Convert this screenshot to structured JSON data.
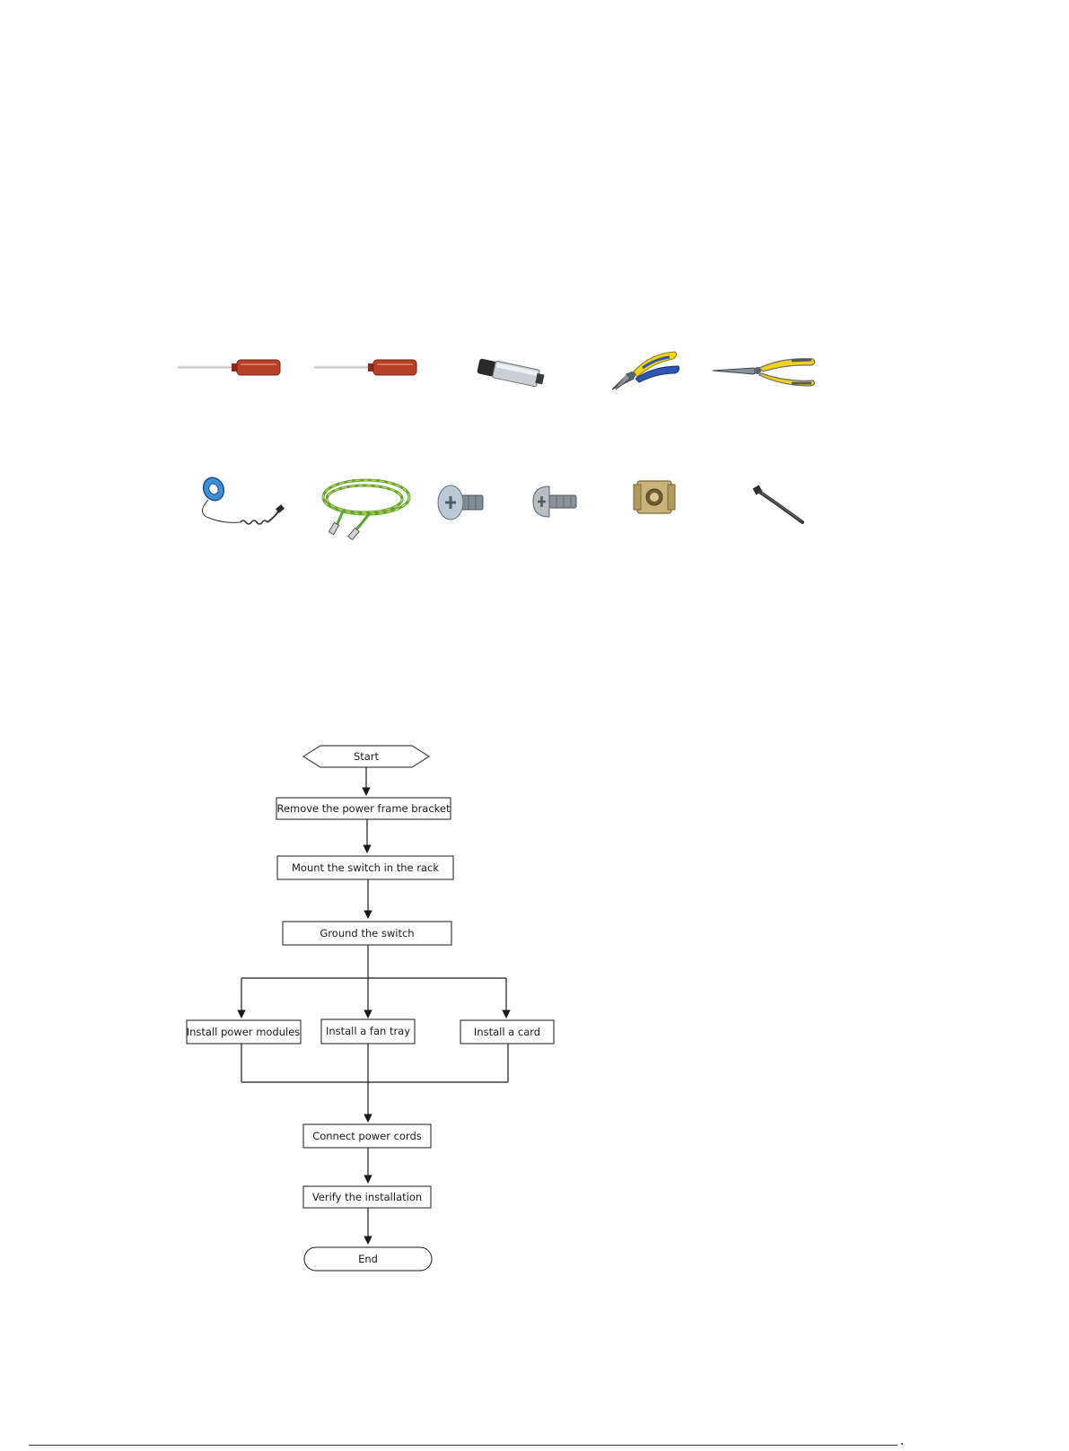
{
  "tools": {
    "row1": [
      {
        "name": "flat-head-screwdriver-icon"
      },
      {
        "name": "phillips-screwdriver-icon"
      },
      {
        "name": "marker-pen-icon"
      },
      {
        "name": "diagonal-pliers-icon"
      },
      {
        "name": "needle-nose-pliers-icon"
      }
    ],
    "row2": [
      {
        "name": "esd-wrist-strap-icon"
      },
      {
        "name": "grounding-cable-icon"
      },
      {
        "name": "countersunk-screw-icon"
      },
      {
        "name": "pan-head-screw-icon"
      },
      {
        "name": "cage-nut-icon"
      },
      {
        "name": "cable-tie-icon"
      }
    ]
  },
  "flowchart": {
    "start": "Start",
    "step_remove_bracket": "Remove the power frame bracket",
    "step_mount": "Mount the switch in the rack",
    "step_ground": "Ground the switch",
    "step_power_modules": "Install power modules",
    "step_fan_tray": "Install a fan tray",
    "step_card": "Install a card",
    "step_power_cords": "Connect power cords",
    "step_verify": "Verify the installation",
    "end": "End"
  },
  "colors": {
    "screwdriver_handle": "#b5412a",
    "pliers_yellow": "#f2d21b",
    "pliers_blue": "#2f56b0",
    "cable_green": "#5aa53a",
    "cable_yellow": "#e4d33a",
    "metal": "#9aa4ad",
    "line": "#1a1a1a"
  }
}
